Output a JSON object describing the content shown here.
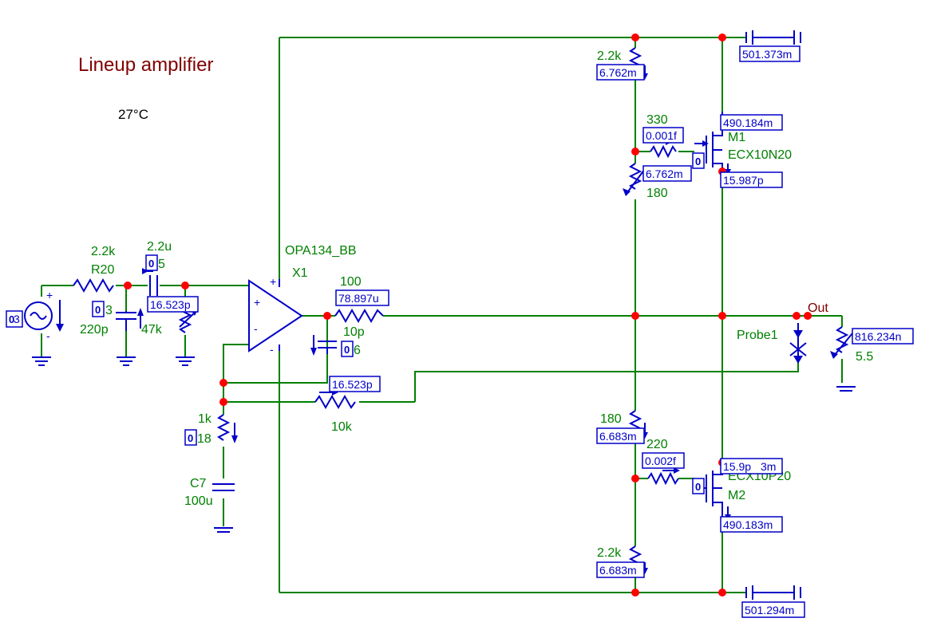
{
  "title": "Lineup amplifier",
  "temperature": "27°C",
  "opamp": {
    "model": "OPA134_BB",
    "ref": "X1"
  },
  "input": {
    "r_value": "2.2k",
    "r_ref": "R20",
    "c_value": "2.2u",
    "c_shunt": "220p",
    "r_shunt": "47k"
  },
  "feedback": {
    "r_out": "100",
    "c_out": "10p",
    "r_fb": "10k",
    "r_gnd": "1k",
    "c_gnd_ref": "C7",
    "c_gnd_value": "100u"
  },
  "output_stage": {
    "r_top": "2.2k",
    "r_gate_top": "330",
    "r_bias_top": "180",
    "r_bias_bot": "180",
    "r_gate_bot": "220",
    "r_bot": "2.2k",
    "m1_ref": "M1",
    "m1_model": "ECX10N20",
    "m2_ref": "M2",
    "m2_model": "ECX10P20"
  },
  "load": {
    "probe": "Probe1",
    "out_label": "Out",
    "r_load": "5.5"
  },
  "meters": {
    "src": "0",
    "cap_in": "0",
    "shunt_in": "0",
    "cap_in_right": "16.523p",
    "r_out": "78.897u",
    "c_out": "0",
    "fb_top": "16.523p",
    "r_gnd": "0",
    "v_top": "501.373m",
    "r_top": "6.762m",
    "r_gate_top": "0.001f",
    "m1_gate": "0",
    "r_bias_top": "6.762m",
    "m1_d": "490.184m",
    "m1_s": "15.987p",
    "r_load": "816.234n",
    "r_bias_bot": "6.683m",
    "r_gate_bot": "0.002f",
    "m2_gate": "0",
    "m2_s": "15.9p",
    "m2_d": "490.183m",
    "r_bot": "6.683m",
    "v_bot": "501.294m"
  },
  "meter_tails": {
    "cap_in": "5",
    "shunt_in": "3",
    "c_out": "6",
    "r_gnd": "18",
    "m2_s_tail": "3m",
    "src_tail": "3"
  },
  "colors": {
    "wire": "#008000",
    "component": "#0000c8",
    "node": "#ff0000",
    "title": "#800000"
  }
}
